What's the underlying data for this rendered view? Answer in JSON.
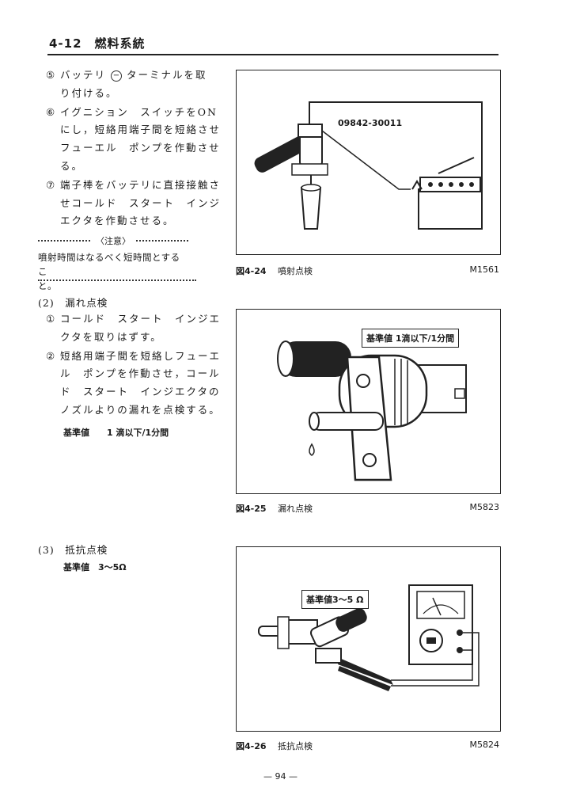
{
  "header": {
    "title": "4-12　燃料系統"
  },
  "steps_a": [
    {
      "num": "⑤",
      "pre": "バッテリ",
      "post": "ターミナルを取",
      "cont": "り付ける。"
    },
    {
      "num": "⑥",
      "lines": [
        "イグニション　スイッチをON",
        "にし，短絡用端子間を短絡させ",
        "フューエル　ポンプを作動させ",
        "る。"
      ]
    },
    {
      "num": "⑦",
      "lines": [
        "端子棒をバッテリに直接接触さ",
        "せコールド　スタート　インジ",
        "エクタを作動させる。"
      ]
    }
  ],
  "circle_minus": "−",
  "caution": {
    "head": "〈注意〉",
    "lines": [
      "噴射時間はなるべく短時間とするこ",
      "と。"
    ]
  },
  "section2": {
    "title": "(2)　漏れ点検",
    "steps": [
      {
        "num": "①",
        "lines": [
          "コールド　スタート　インジエ",
          "クタを取りはずす。"
        ]
      },
      {
        "num": "②",
        "lines": [
          "短絡用端子間を短絡しフューエ",
          "ル　ポンプを作動させ，コール",
          "ド　スタート　インジエクタの",
          "ノズルよりの漏れを点検する。"
        ]
      }
    ],
    "standard": "基準値　　1 滴以下/1分間"
  },
  "section3": {
    "title": "(3)　抵抗点検",
    "standard": "基準値　3～5Ω"
  },
  "figures": [
    {
      "no": "図4-24",
      "caption": "噴射点検",
      "code": "M1561",
      "label": "09842-30011"
    },
    {
      "no": "図4-25",
      "caption": "漏れ点検",
      "code": "M5823",
      "label": "基準値 1滴以下/1分間"
    },
    {
      "no": "図4-26",
      "caption": "抵抗点検",
      "code": "M5824",
      "label": "基準値3～5 Ω"
    }
  ],
  "page": {
    "number": "— 94 —"
  }
}
